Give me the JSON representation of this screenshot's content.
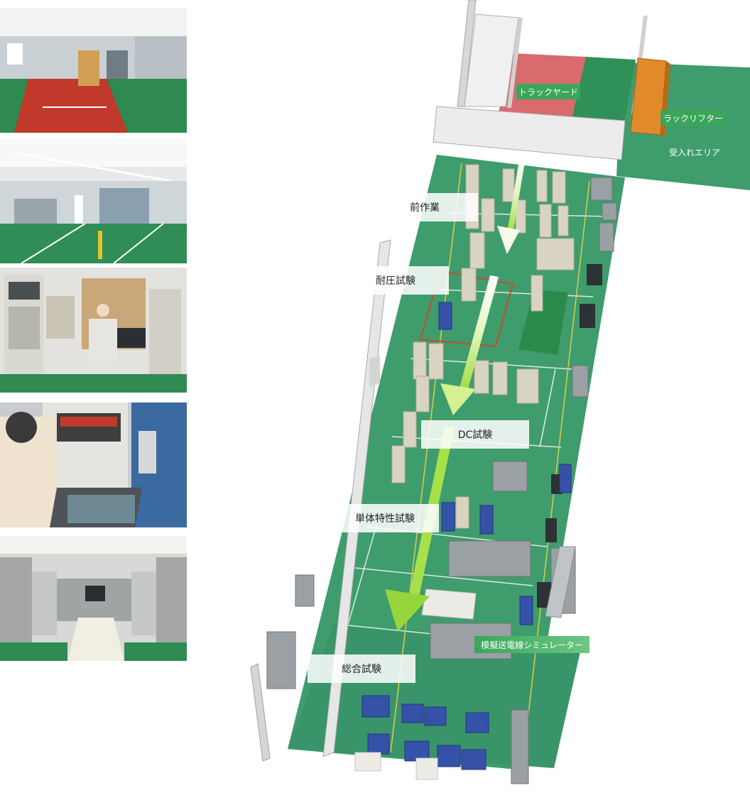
{
  "photos": [
    {
      "id": "photo-warehouse"
    },
    {
      "id": "photo-workshop"
    },
    {
      "id": "photo-test-bench"
    },
    {
      "id": "photo-operator"
    },
    {
      "id": "photo-test-room"
    }
  ],
  "floorplan": {
    "zones": {
      "pre_work": "前作業",
      "withstand_test": "耐圧試験",
      "dc_test": "DC試験",
      "unit_test": "単体特性試験",
      "total_test": "総合試験"
    },
    "tags": {
      "truck_yard": "トラックヤード",
      "rack_lifter": "ラックリフター",
      "receiving_area": "受入れエリア",
      "line_simulator": "模擬送電線シミュレーター"
    },
    "colors": {
      "floor": "#3f9c6d",
      "floor_dark": "#2f8a5a",
      "truck_yard": "#d96a6e",
      "tag_green": "#3aa65a",
      "rack_lifter": "#e08a2a",
      "wall": "#e8e8e8",
      "arrow": "#a8e04a"
    }
  }
}
